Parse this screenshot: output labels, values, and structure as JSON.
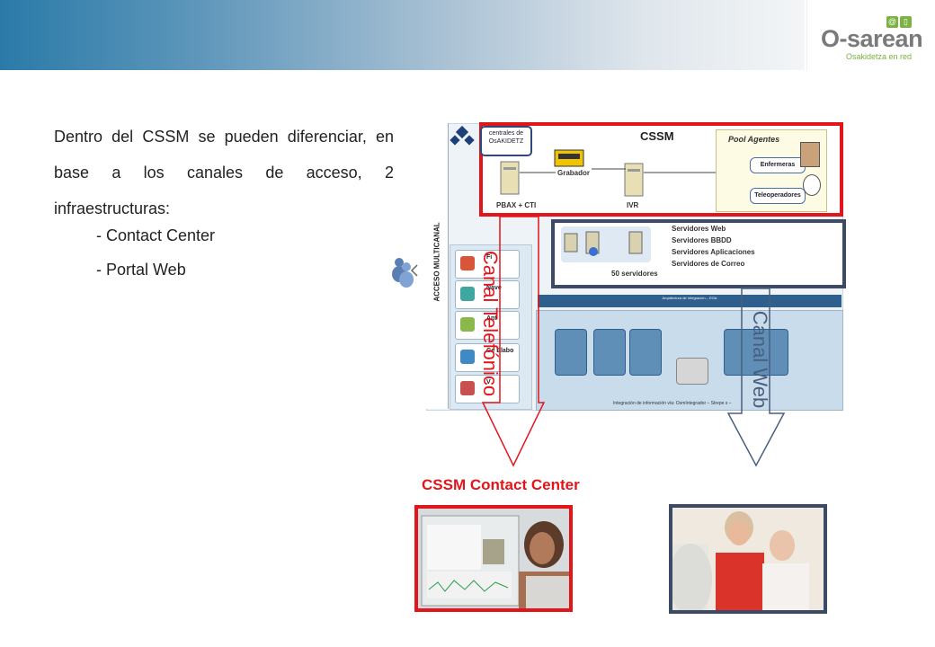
{
  "logo": {
    "brand": "O-sarean",
    "tagline": "Osakidetza en red"
  },
  "intro": {
    "paragraph": "Dentro del CSSM se pueden diferenciar, en base a los canales de acceso, 2 infraestructuras:",
    "bullets": [
      "- Contact Center",
      "- Portal Web"
    ]
  },
  "diagram": {
    "acceso": "ACCESO MULTICANAL",
    "centrales": "centrales de OsAKIDETZ",
    "cssm_title": "CSSM",
    "pool_title": "Pool Agentes",
    "roles": [
      "Enfermeras",
      "Teleoperadores"
    ],
    "grabador": "Grabador",
    "pbax": "PBAX + CTI",
    "ivr": "IVR",
    "servers": [
      "Servidores Web",
      "Servidores BBDD",
      "Servidores Aplicaciones",
      "Servidores de Correo"
    ],
    "server_count": "50 servidores",
    "side_items": [
      "Fi",
      "Nave",
      "Ant",
      "Ge Elabo",
      "V"
    ],
    "lower_band": "Arquitectura de Integración – EOA",
    "bottom_note": "Integración de información vía: OsmIntegrador – Strepe s –"
  },
  "arrows": {
    "telefonico": "Canal Telefónico",
    "web": "Canal Web"
  },
  "caption": "CSSM Contact Center"
}
